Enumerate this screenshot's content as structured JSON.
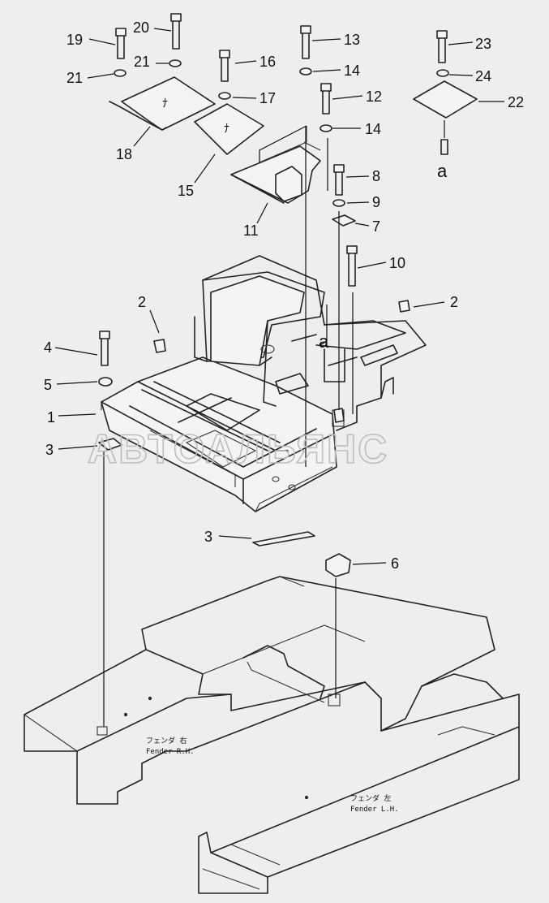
{
  "watermark": "АВТОАЛЬЯНС",
  "fender_rh": {
    "jp": "フェンダ 右",
    "en": "Fender R.H."
  },
  "fender_lh": {
    "jp": "フェンダ 左",
    "en": "Fender L.H."
  },
  "callouts": [
    {
      "id": "19",
      "text": "19"
    },
    {
      "id": "20",
      "text": "20"
    },
    {
      "id": "21a",
      "text": "21"
    },
    {
      "id": "21b",
      "text": "21"
    },
    {
      "id": "16",
      "text": "16"
    },
    {
      "id": "17",
      "text": "17"
    },
    {
      "id": "18",
      "text": "18"
    },
    {
      "id": "15",
      "text": "15"
    },
    {
      "id": "13",
      "text": "13"
    },
    {
      "id": "14a",
      "text": "14"
    },
    {
      "id": "12",
      "text": "12"
    },
    {
      "id": "14b",
      "text": "14"
    },
    {
      "id": "11",
      "text": "11"
    },
    {
      "id": "23",
      "text": "23"
    },
    {
      "id": "24",
      "text": "24"
    },
    {
      "id": "22",
      "text": "22"
    },
    {
      "id": "a1",
      "text": "a"
    },
    {
      "id": "8",
      "text": "8"
    },
    {
      "id": "9",
      "text": "9"
    },
    {
      "id": "7",
      "text": "7"
    },
    {
      "id": "10",
      "text": "10"
    },
    {
      "id": "2a",
      "text": "2"
    },
    {
      "id": "2b",
      "text": "2"
    },
    {
      "id": "4",
      "text": "4"
    },
    {
      "id": "5",
      "text": "5"
    },
    {
      "id": "1",
      "text": "1"
    },
    {
      "id": "3a",
      "text": "3"
    },
    {
      "id": "a2",
      "text": "a"
    },
    {
      "id": "3b",
      "text": "3"
    },
    {
      "id": "6",
      "text": "6"
    }
  ]
}
